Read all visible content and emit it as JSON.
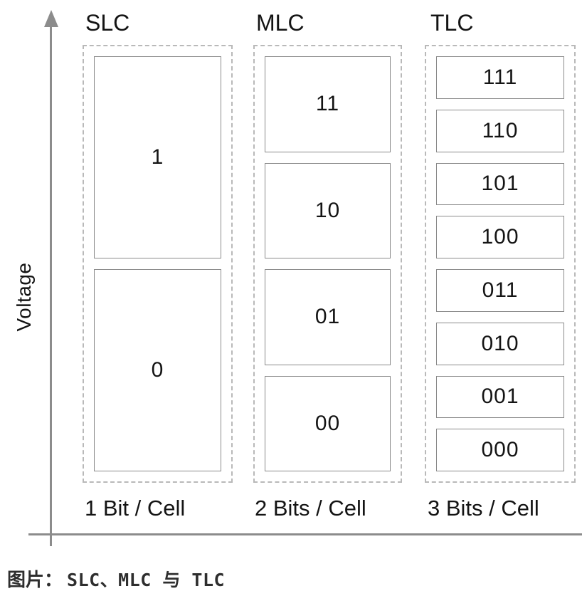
{
  "figure": {
    "y_axis_label": "Voltage",
    "columns": [
      {
        "id": "slc",
        "title": "SLC",
        "caption": "1 Bit / Cell",
        "levels": [
          "1",
          "0"
        ]
      },
      {
        "id": "mlc",
        "title": "MLC",
        "caption": "2 Bits / Cell",
        "levels": [
          "11",
          "10",
          "01",
          "00"
        ]
      },
      {
        "id": "tlc",
        "title": "TLC",
        "caption": "3 Bits / Cell",
        "levels": [
          "111",
          "110",
          "101",
          "100",
          "011",
          "010",
          "001",
          "000"
        ]
      }
    ]
  },
  "caption": {
    "prefix": "图片：",
    "text": "SLC、MLC 与 TLC"
  },
  "colors": {
    "axis": "#8c8c8c",
    "box_border": "#8a8a8a",
    "dashed_border": "#b9b9b9",
    "diagram_text": "#141414",
    "caption_text": "#2e2e2e",
    "background": "#ffffff"
  }
}
